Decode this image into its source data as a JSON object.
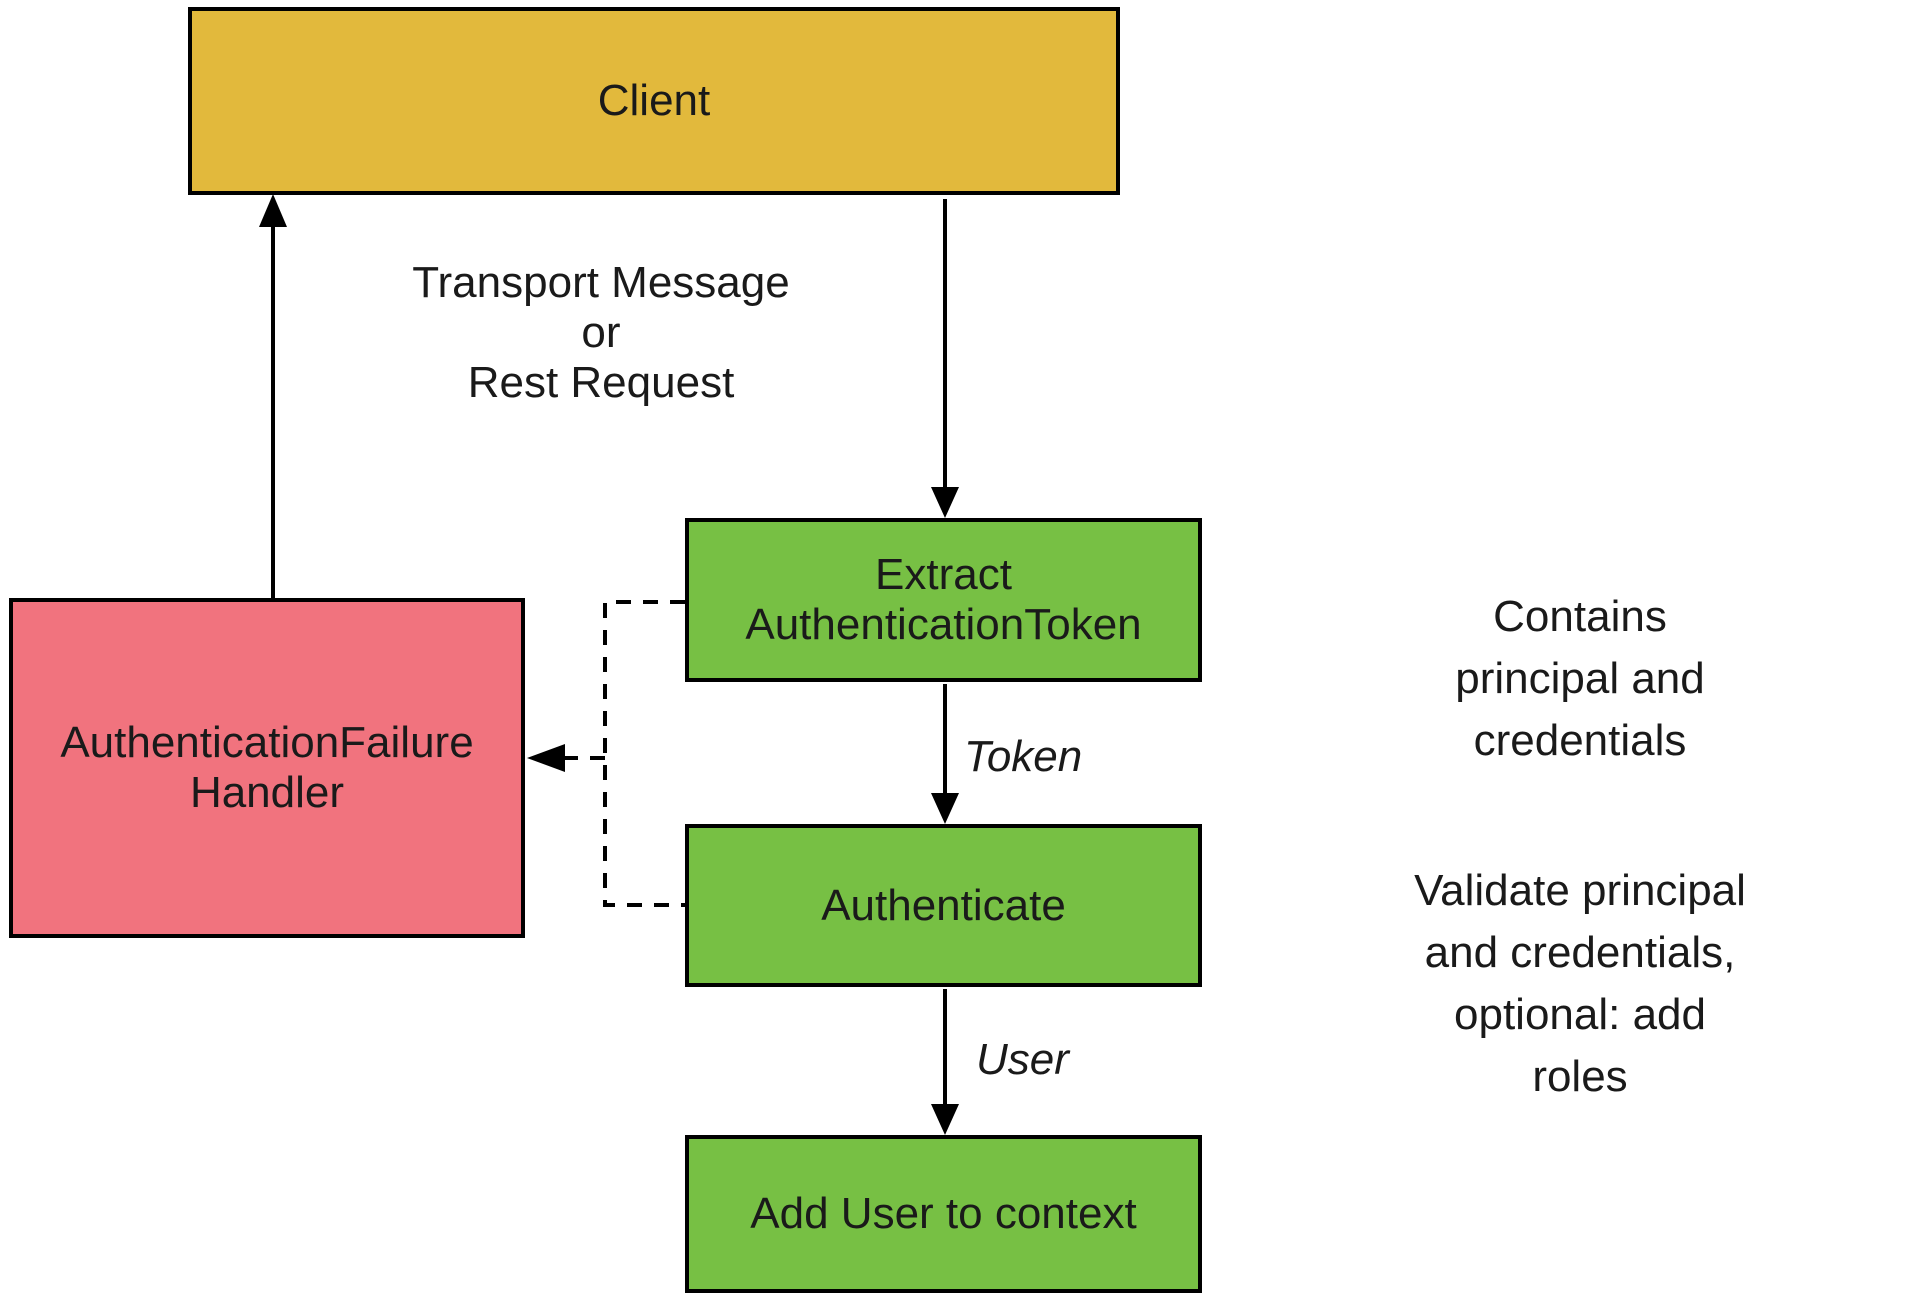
{
  "nodes": {
    "client": {
      "label": "Client",
      "fill": "#E2B93C"
    },
    "failure": {
      "label": "AuthenticationFailure\nHandler",
      "fill": "#F1737E"
    },
    "extract": {
      "label": "Extract\nAuthenticationToken",
      "fill": "#77C044"
    },
    "authenticate": {
      "label": "Authenticate",
      "fill": "#77C044"
    },
    "add_user": {
      "label": "Add User to context",
      "fill": "#77C044"
    }
  },
  "edge_labels": {
    "request": "Transport Message\nor\nRest Request",
    "token": "Token",
    "user": "User"
  },
  "annotations": {
    "extract_note": "Contains principal and credentials",
    "authenticate_note": "Validate principal and credentials,\noptional: add roles"
  },
  "colors": {
    "background": "#FFFFFF",
    "stroke": "#000000",
    "text": "#1A1A1A",
    "client_fill": "#E2B93C",
    "failure_fill": "#F1737E",
    "process_fill": "#77C044"
  }
}
